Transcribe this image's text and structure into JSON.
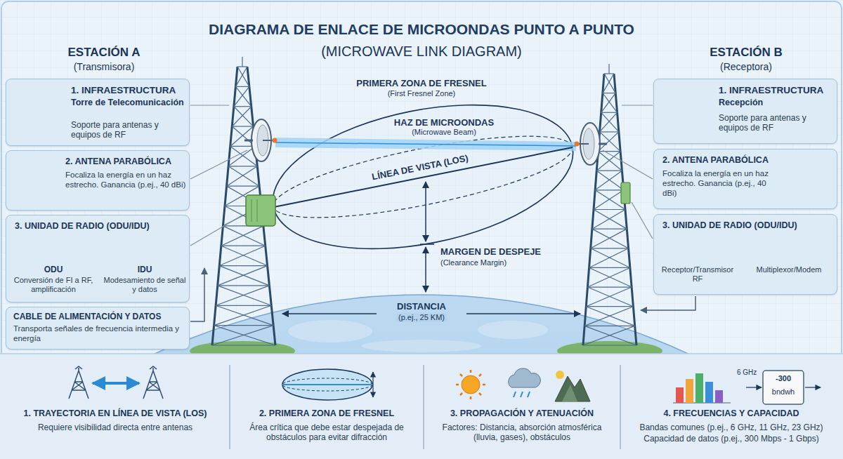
{
  "diagram": {
    "title": "DIAGRAMA DE ENLACE DE MICROONDAS PUNTO A PUNTO",
    "nodes": [
      {
        "text": [
          "1. INFRAESTRUCTURA",
          "Torre de Telecomunicación",
          "Soporte para antenas y equipos de RF"
        ]
      },
      {
        "text": [
          "2. ANTENA PARABÓLICA",
          "Focaliza la energía en un haz estrecho. Ganancia (p.ej., 40 dBi)"
        ]
      },
      {
        "text": [
          "3. UNIDAD DE RADIO (ODU/IDU)",
          "ODU",
          "Conversión de FI a RF, amplificación",
          "IDU",
          "Modesamiento de señal y datos"
        ]
      },
      {
        "text": [
          "CABLE DE ALIMENTACIÓN Y DATOS",
          "Transporta señales de frecuencia intermedia y energía"
        ]
      },
      {
        "text": [
          "1. INFRAESTRUCTURA",
          "Recepción",
          "Soporte para antenas y equipos de RF"
        ]
      },
      {
        "text": [
          "2. ANTENA PARABÓLICA",
          "Focaliza la energía en un haz estrecho. Ganancia (p.ej., 40 dBi)"
        ]
      },
      {
        "text": [
          "3. UNIDAD DE RADIO (ODU/IDU)",
          "Receptor/Transmisor RF",
          "Multiplexor/Modem"
        ]
      },
      {
        "text": [
          "1. TRAYECTORIA EN LÍNEA DE VISTA (LOS)",
          "Requiere visibilidad directa entre antenas"
        ]
      },
      {
        "text": [
          "2. PRIMERA ZONA DE FRESNEL",
          "Área crítica que debe estar despejada de obstáculos para evitar difracción"
        ]
      },
      {
        "text": [
          "3. PROPAGACIÓN Y ATENUACIÓN",
          "Factores: Distancia, absorción atmosférica (lluvia, gases), obstáculos"
        ]
      },
      {
        "text": [
          "4. FRECUENCIAS Y CAPACIDAD",
          "Bandas comunes (p.ej., 6 GHz, 11 GHz, 23 GHz)",
          "Capacidad de datos (p.ej., 300 Mbps - 1 Gbps)"
        ]
      }
    ],
    "labels": [
      "(MICROWAVE LINK DIAGRAM)",
      "ESTACIÓN A",
      "(Transmisora)",
      "ESTACIÓN B",
      "(Receptora)",
      "PRIMERA ZONA DE FRESNEL",
      "(First Fresnel Zone)",
      "HAZ DE MICROONDAS",
      "(Microwave Beam)",
      "LÍNEA DE VISTA (LOS)",
      "MARGEN DE DESPEJE",
      "(Clearance Margin)",
      "DISTANCIA",
      "(p.ej., 25 KM)",
      "6 GHz",
      "-300",
      "bndwh"
    ]
  }
}
